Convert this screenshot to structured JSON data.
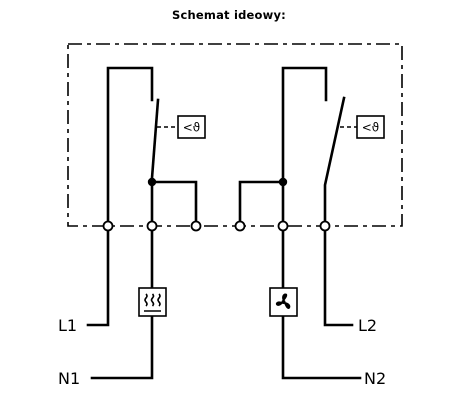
{
  "title": "Schemat ideowy:",
  "thermostat_symbol": "<ϑ",
  "labels": {
    "l1": "L1",
    "n1": "N1",
    "l2": "L2",
    "n2": "N2"
  },
  "icons": {
    "heater": "heater-icon",
    "fan": "fan-icon"
  }
}
